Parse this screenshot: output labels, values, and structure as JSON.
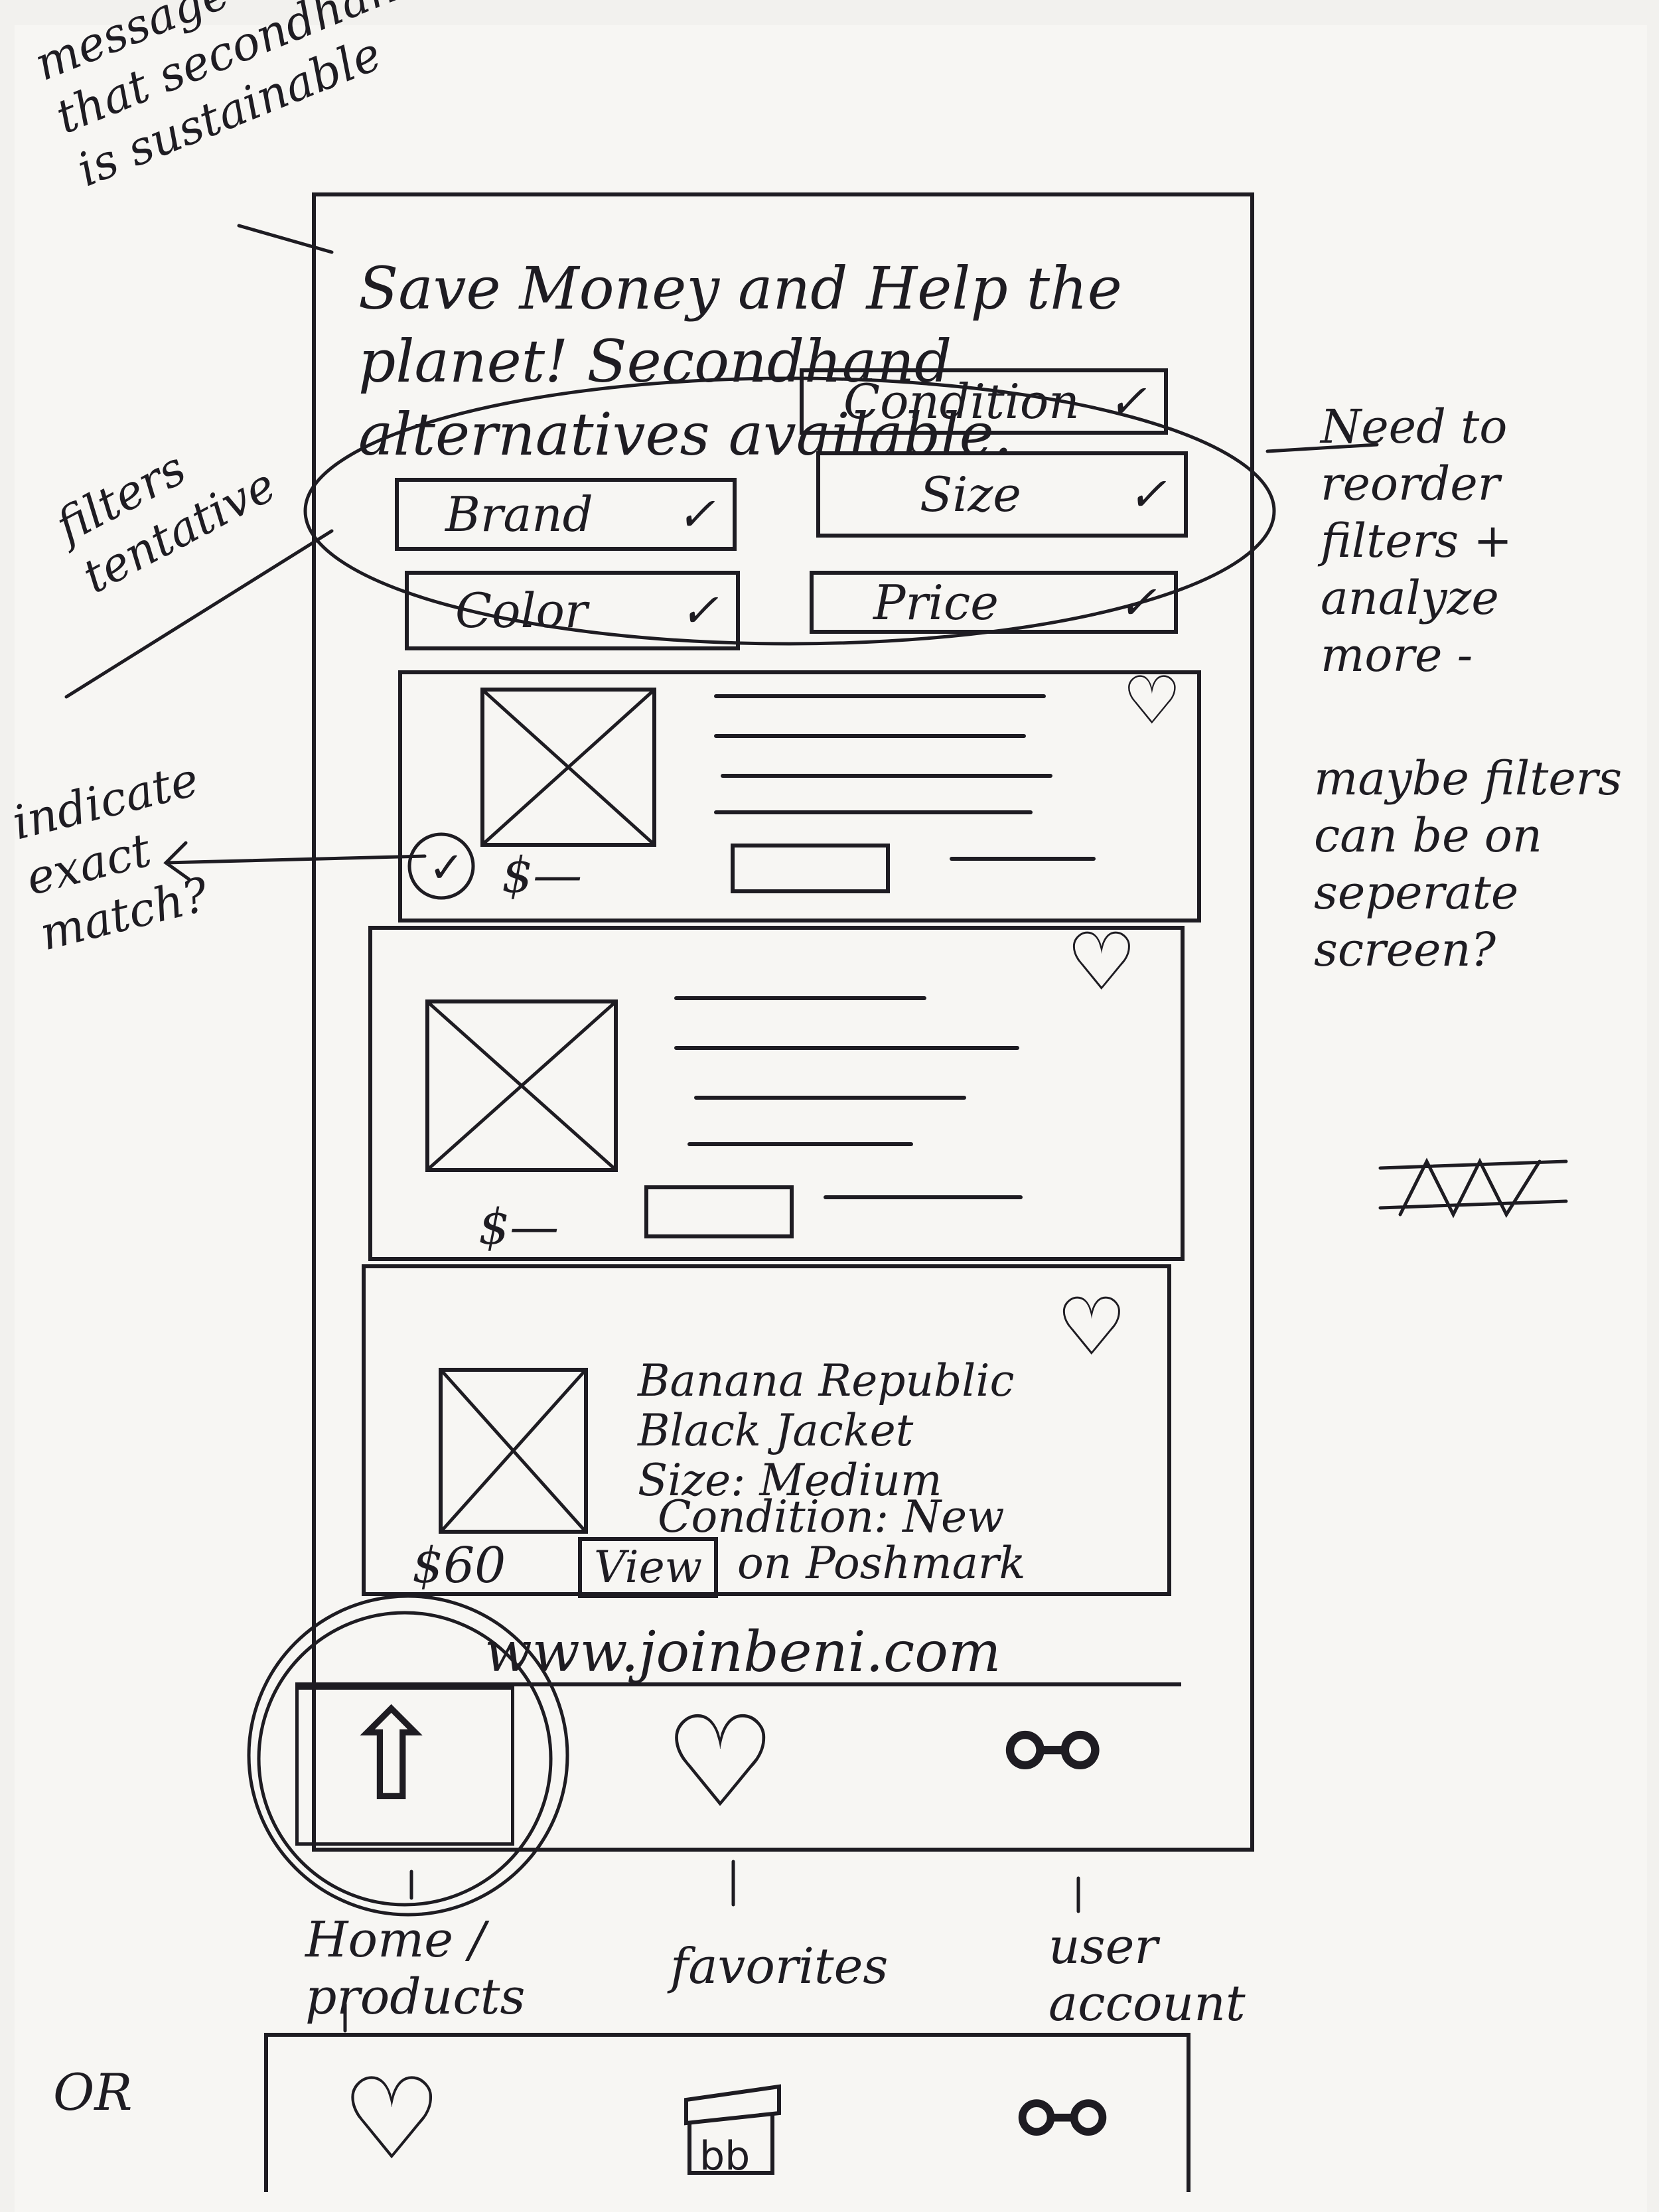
{
  "annotations": {
    "message_note": "message reminding user that secondhand shopping is sustainable",
    "filters_note": "filters tentative",
    "exact_match_note": "indicate exact match?",
    "reorder_note": "Need to reorder filters + analyze more -",
    "separate_screen_note": "maybe filters can be on seperate screen?",
    "or_label": "OR"
  },
  "banner": {
    "text": "Save Money and Help the planet! Secondhand alternatives available."
  },
  "filters": [
    {
      "label": "Condition",
      "chevron": "✓"
    },
    {
      "label": "Brand",
      "chevron": "✓"
    },
    {
      "label": "Size",
      "chevron": "✓"
    },
    {
      "label": "Color",
      "chevron": "✓"
    },
    {
      "label": "Price",
      "chevron": "✓"
    }
  ],
  "cards": [
    {
      "price": "$—",
      "heart": "♡",
      "exact_match_icon": "✓"
    },
    {
      "price": "$—",
      "heart": "♡"
    },
    {
      "heart": "♡",
      "brand": "Banana Republic",
      "item": "Black Jacket",
      "size": "Size: Medium",
      "condition": "Condition: New",
      "price": "$60",
      "view_label": "View",
      "view_suffix": "on Poshmark"
    }
  ],
  "footer_url": "www.joinbeni.com",
  "nav": {
    "home_icon": "home-arrow-icon",
    "favorites_icon": "heart-icon",
    "account_icon": "user-icon",
    "labels": {
      "home": "Home / products",
      "favorites": "favorites",
      "account": "user account"
    }
  },
  "alt_nav": {
    "icons": [
      "heart-icon",
      "shopping-bag-icon",
      "user-icon"
    ]
  }
}
